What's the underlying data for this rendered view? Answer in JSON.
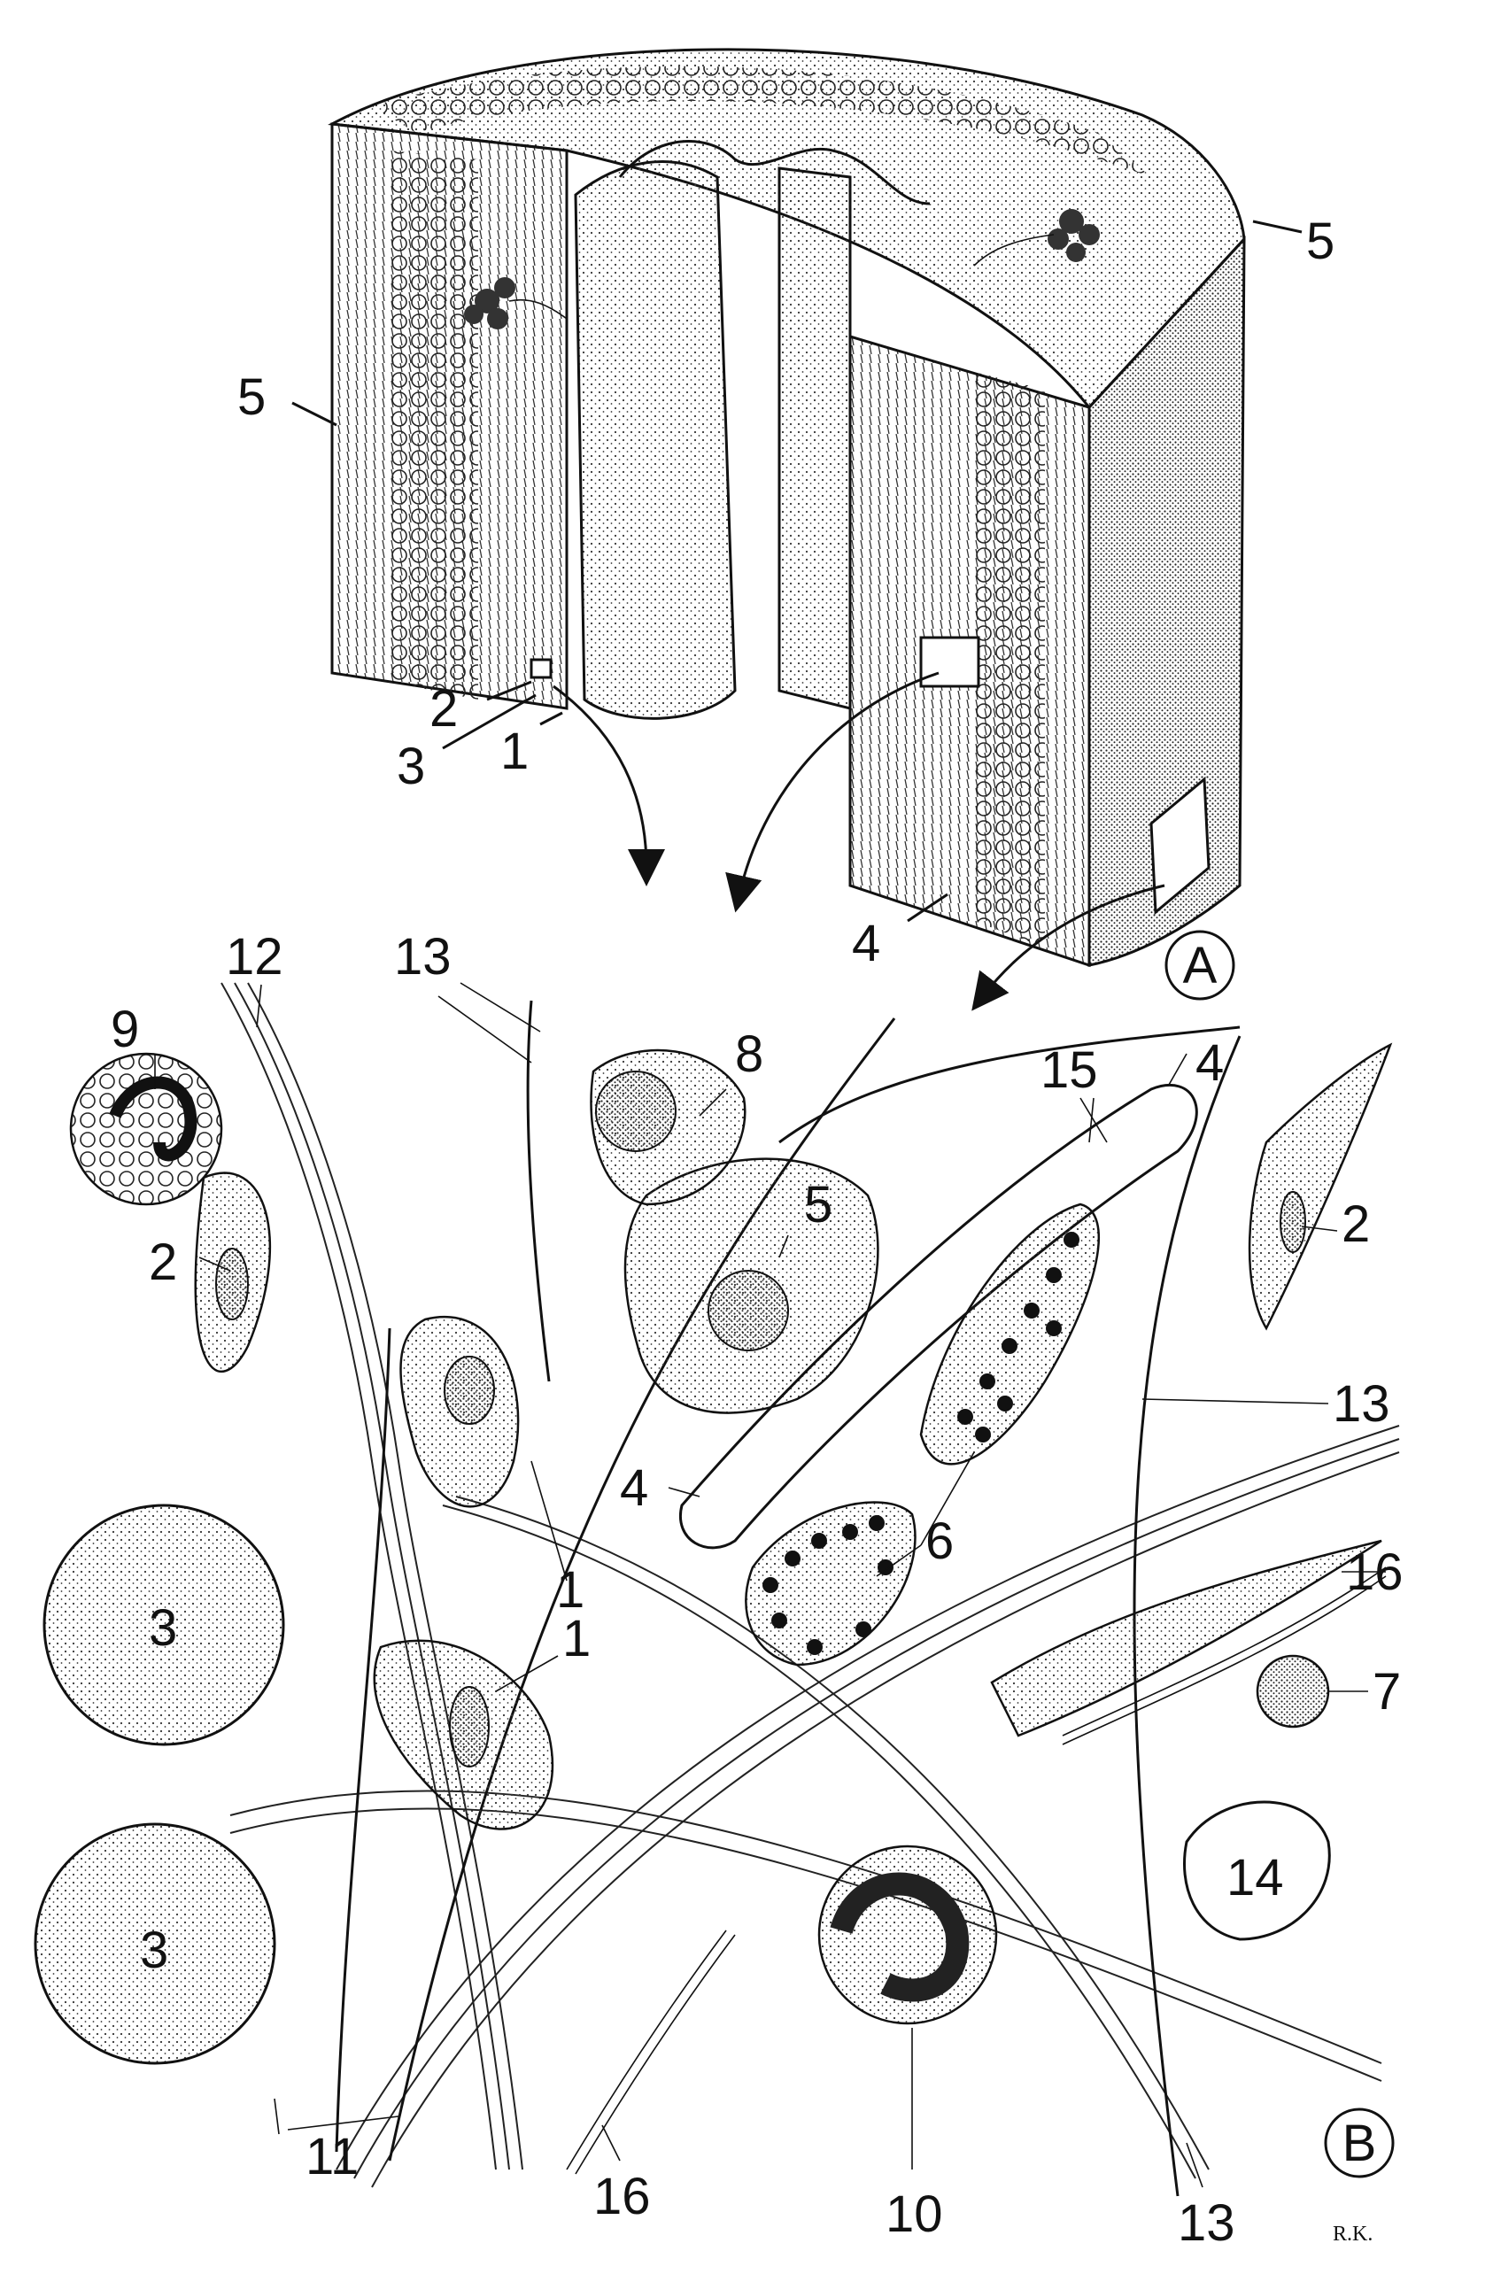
{
  "colors": {
    "ink": "#111111",
    "paper": "#ffffff",
    "stipple": "#d8d8d8",
    "dark": "#2a2a2a"
  },
  "panels": {
    "a": "A",
    "b": "B"
  },
  "signature": "R.K.",
  "labels_a": {
    "l1": "1",
    "l2": "2",
    "l3": "3",
    "l4": "4",
    "l5_left": "5",
    "l5_right": "5"
  },
  "labels_b": {
    "l1a": "1",
    "l1b": "1",
    "l2a": "2",
    "l2b": "2",
    "l3a": "3",
    "l3b": "3",
    "l4a": "4",
    "l4b": "4",
    "l5": "5",
    "l6": "6",
    "l7": "7",
    "l8": "8",
    "l9": "9",
    "l10": "10",
    "l11": "11",
    "l12": "12",
    "l13a": "13",
    "l13b": "13",
    "l13c": "13",
    "l14": "14",
    "l15": "15",
    "l16a": "16",
    "l16b": "16"
  }
}
